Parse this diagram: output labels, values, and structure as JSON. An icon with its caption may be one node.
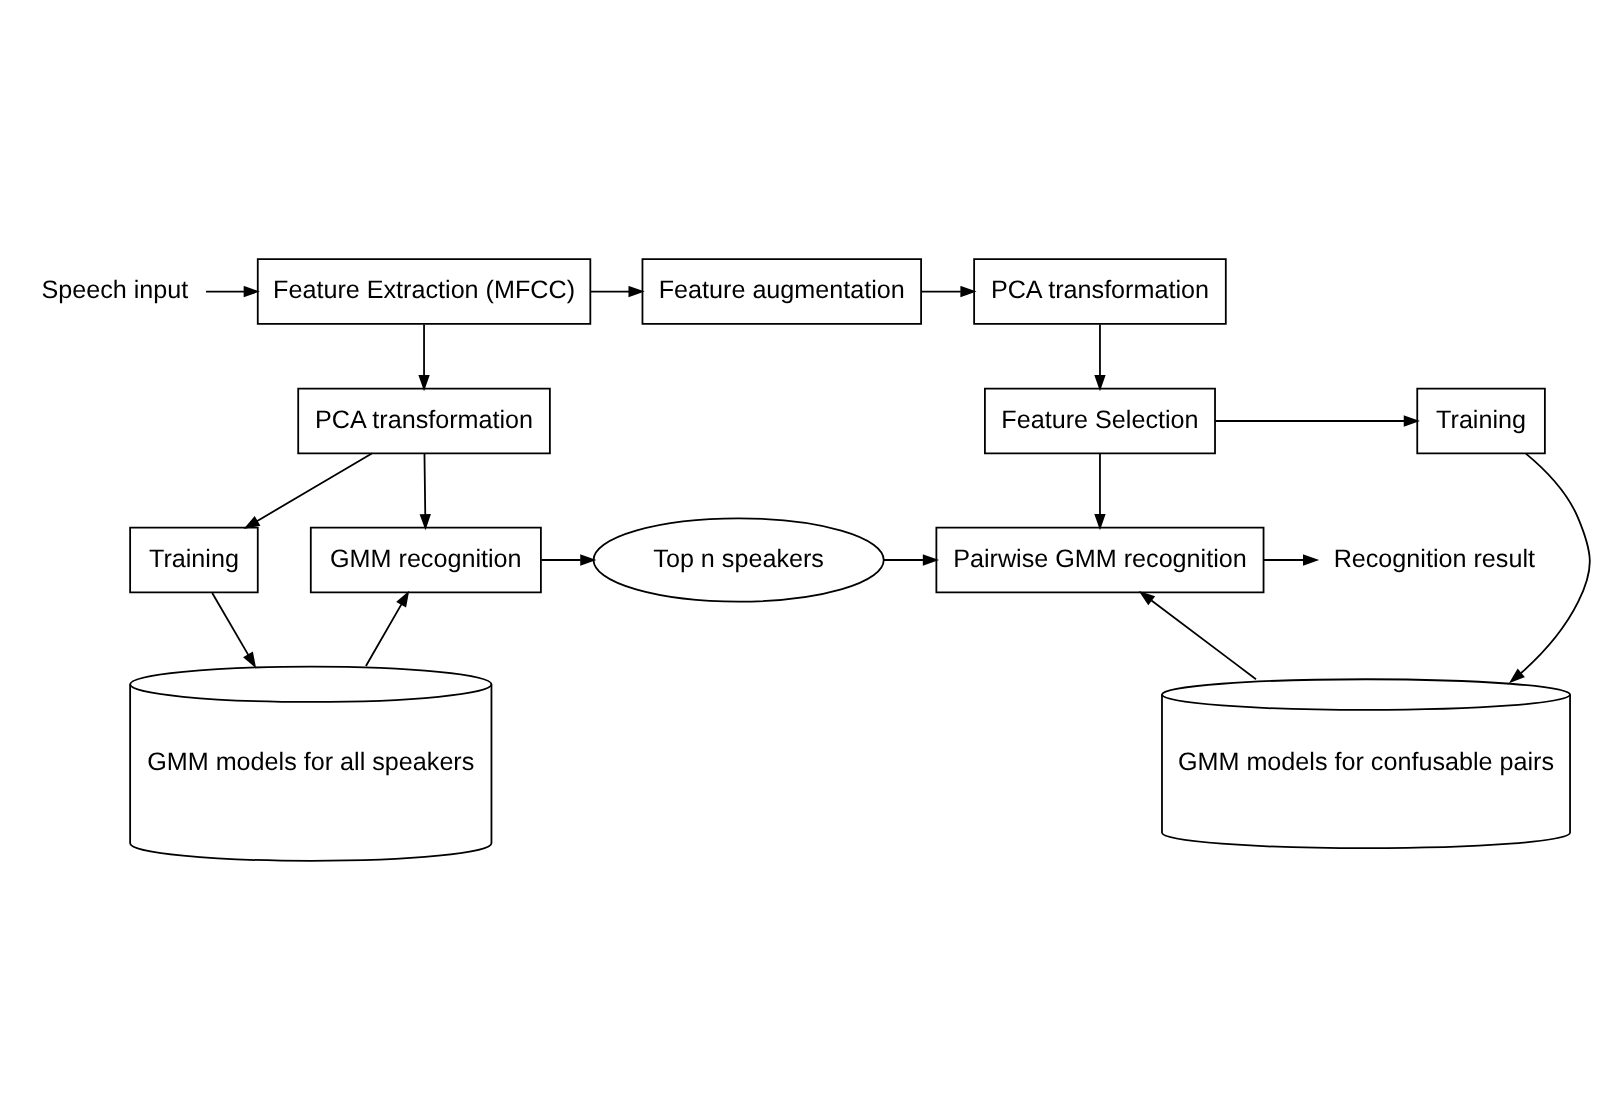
{
  "diagram": {
    "nodes": [
      {
        "text": [
          "Speech input"
        ]
      },
      {
        "text": [
          "Feature Extraction (MFCC)"
        ]
      },
      {
        "text": [
          "Feature augmentation"
        ]
      },
      {
        "text": [
          "PCA transformation"
        ]
      },
      {
        "text": [
          "PCA transformation"
        ]
      },
      {
        "text": [
          "Training"
        ]
      },
      {
        "text": [
          "GMM recognition"
        ]
      },
      {
        "text": [
          "Top n speakers"
        ]
      },
      {
        "text": [
          "GMM models for all speakers"
        ]
      },
      {
        "text": [
          "Training"
        ]
      },
      {
        "text": [
          "Feature Selection"
        ]
      },
      {
        "text": [
          "Pairwise GMM recognition"
        ]
      },
      {
        "text": [
          "GMM models for confusable pairs"
        ]
      },
      {
        "text": [
          "Recognition result"
        ]
      }
    ],
    "edges": [
      {
        "from": 0,
        "to": 1,
        "arrow": "to"
      },
      {
        "from": 1,
        "to": 2,
        "arrow": "to"
      },
      {
        "from": 2,
        "to": 3,
        "arrow": "to"
      },
      {
        "from": 1,
        "to": 4,
        "arrow": "to"
      },
      {
        "from": 3,
        "to": 10,
        "arrow": "to"
      },
      {
        "from": 10,
        "to": 9,
        "arrow": "to"
      },
      {
        "from": 4,
        "to": 5,
        "arrow": "to"
      },
      {
        "from": 4,
        "to": 6,
        "arrow": "to"
      },
      {
        "from": 5,
        "to": 8,
        "arrow": "to"
      },
      {
        "from": 8,
        "to": 6,
        "arrow": "to"
      },
      {
        "from": 6,
        "to": 7,
        "arrow": "to"
      },
      {
        "from": 7,
        "to": 11,
        "arrow": "to"
      },
      {
        "from": 10,
        "to": 11,
        "arrow": "to"
      },
      {
        "from": 9,
        "to": 12,
        "arrow": "to"
      },
      {
        "from": 12,
        "to": 11,
        "arrow": "to"
      },
      {
        "from": 11,
        "to": 13,
        "arrow": "to"
      }
    ]
  }
}
